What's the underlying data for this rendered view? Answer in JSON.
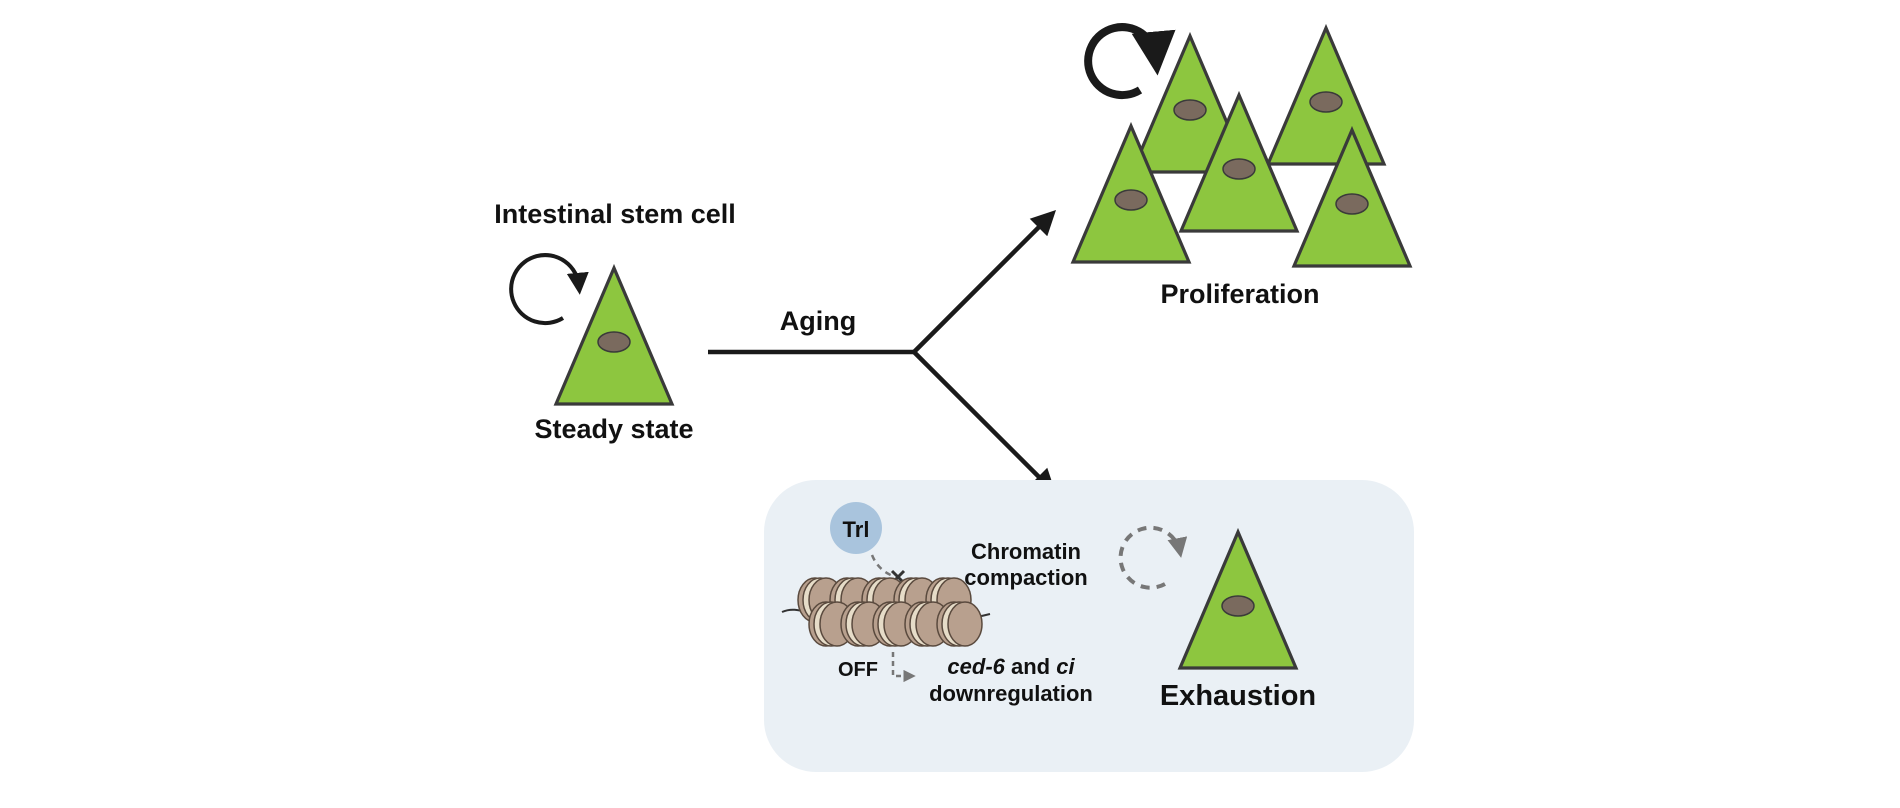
{
  "labels": {
    "stem_cell_title": "Intestinal stem cell",
    "steady_state": "Steady state",
    "aging": "Aging",
    "proliferation": "Proliferation",
    "exhaustion": "Exhaustion",
    "trl": "Trl",
    "chromatin_line1": "Chromatin",
    "chromatin_line2": "compaction",
    "off": "OFF",
    "gene1": "ced-6",
    "gene_and": " and ",
    "gene2": "ci",
    "downregulation": "downregulation"
  },
  "colors": {
    "cell_fill": "#8dc63f",
    "cell_stroke": "#3a3a3a",
    "nucleus": "#7a6a5e",
    "panel_bg": "#eaf0f5",
    "trl_bubble": "#a9c4dd",
    "nucleosome": "#b8a08e",
    "nucleosome_band": "#e6dcc8",
    "arrow": "#1a1a1a",
    "dashed": "#777777"
  },
  "icons": {
    "self_renewal": "circular-arrow-icon",
    "reduced_self_renewal": "dashed-circular-arrow-icon",
    "inhibition": "x-mark-icon"
  }
}
